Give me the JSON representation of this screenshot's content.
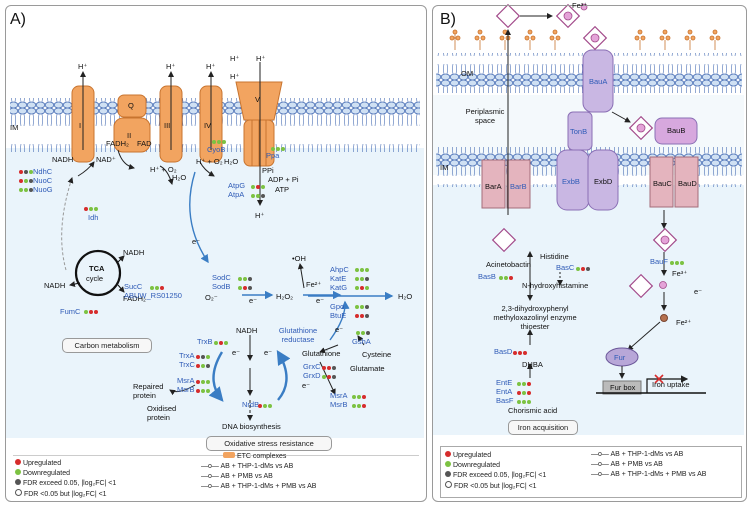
{
  "colors": {
    "up": "#d62c2c",
    "down": "#7cc242",
    "fdr": "#555555",
    "bluetext": "#2f5bb7",
    "orange": "#f2a460",
    "purple": "#c9b7e3",
    "pink": "#e4b4be",
    "membrane": "#4a6fb5",
    "periplasm": "#e9f3fa",
    "arrow": "#3a7dc4"
  },
  "panelA": {
    "letter": "A)",
    "im": "IM",
    "complexes": [
      "I",
      "Q",
      "II",
      "III",
      "IV",
      "V"
    ],
    "protons": [
      "H⁺",
      "H⁺",
      "H⁺",
      "H⁺",
      "H⁺",
      "H⁺",
      "H⁺"
    ],
    "labels": {
      "nadh1": "NADH",
      "nad": "NAD⁺",
      "fadh2": "FADH₂",
      "fad": "FAD",
      "h_o2": "H⁺ + O₂",
      "h2o": "H₂O",
      "h_o2b": "H⁺ + O₂",
      "h2ob": "H₂O",
      "ppi": "PPi",
      "adp": "ADP + Pi",
      "atp": "ATP",
      "hplus_bottom": "H⁺",
      "tca": "TCA",
      "cycle": "cycle",
      "nadh_tca": "NADH",
      "nadh_left": "NADH",
      "fadh2_tca": "FADH₂",
      "e1": "e⁻",
      "e2": "e⁻",
      "e3": "e⁻",
      "e4": "e⁻",
      "o2": "O₂⁻",
      "h2o2": "H₂O₂",
      "fe2": "Fe²⁺",
      "oh": "•OH",
      "h2o_final": "H₂O",
      "nadh_gsh": "NADH",
      "glut_red": "Glutathione reductase",
      "glutathione": "Glutathione",
      "cysteine": "Cysteine",
      "glutamate": "Glutamate",
      "repaired": "Repaired protein",
      "oxidised": "Oxidised protein",
      "dna": "DNA biosynthesis",
      "eL": "e⁻",
      "eR": "e⁻",
      "eG": "e⁻"
    },
    "genes": {
      "ndhc": "NdhC",
      "nuoc": "NuoC",
      "nuog": "NuoG",
      "idh": "Idh",
      "succ": "SucC",
      "abuw": "ABUW_RS01250",
      "fumc": "FumC",
      "cyob": "CyoB",
      "ppa": "Ppa",
      "atpg": "AtpG",
      "atpa": "AtpA",
      "sodc": "SodC",
      "sodb": "SodB",
      "ahpc": "AhpC",
      "kate": "KatE",
      "katg": "KatG",
      "gpo": "Gpo",
      "btue": "BtuE",
      "trxb": "TrxB",
      "trxa": "TrxA",
      "trxc": "TrxC",
      "msra1": "MsrA",
      "msrb1": "MsrB",
      "nrdb": "NrdB",
      "grxc": "GrxC",
      "grxd": "GrxD",
      "gsha": "GshA",
      "msra2": "MsrA",
      "msrb2": "MsrB"
    },
    "box_carbon": "Carbon metabolism",
    "box_oxidative": "Oxidative stress resistance",
    "legend": {
      "up": "Upregulated",
      "down": "Downregulated",
      "fdr": "FDR exceed 0.05, |log₂FC| <1",
      "fdr2": "FDR <0.05 but |log₂FC| <1",
      "etc": "ETC complexes",
      "c1": "AB + THP-1-dMs vs AB",
      "c2": "AB + PMB vs AB",
      "c3": "AB + THP-1-dMs + PMB vs AB"
    }
  },
  "panelB": {
    "letter": "B)",
    "om": "OM",
    "im": "IM",
    "periplasmic": "Periplasmic space",
    "fe3top": "Fe³⁺",
    "proteins": {
      "baua": "BauA",
      "tonb": "TonB",
      "exbb": "ExbB",
      "exbd": "ExbD",
      "bara": "BarA",
      "barb": "BarB",
      "bauc": "BauC",
      "baud": "BauD",
      "baub": "BauB",
      "bauf": "BauF",
      "fur": "Fur"
    },
    "labels": {
      "acinetobactin": "Acinetobactin",
      "histidine": "Histidine",
      "nhydroxy": "N-hydroxyhistamine",
      "dihydroxy": "2,3-dihydroxyphenyl methyloxazolinyl enzyme thioester",
      "dhba": "DHBA",
      "chorismic": "Chorismic acid",
      "fe3": "Fe³⁺",
      "fe2": "Fe²⁺",
      "e": "e⁻",
      "furbox": "Fur box",
      "iron_uptake": "Iron uptake"
    },
    "genes": {
      "basb": "BasB",
      "basc": "BasC",
      "basd": "BasD",
      "ente": "EntE",
      "enta": "EntA",
      "basf": "BasF"
    },
    "box_iron": "Iron acquisition",
    "legend": {
      "up": "Upregulated",
      "down": "Downregulated",
      "fdr": "FDR exceed 0.05, |log₂FC| <1",
      "fdr2": "FDR <0.05 but |log₂FC| <1",
      "c1": "AB + THP-1-dMs vs AB",
      "c2": "AB + PMB vs AB",
      "c3": "AB + THP-1-dMs + PMB vs AB"
    }
  }
}
